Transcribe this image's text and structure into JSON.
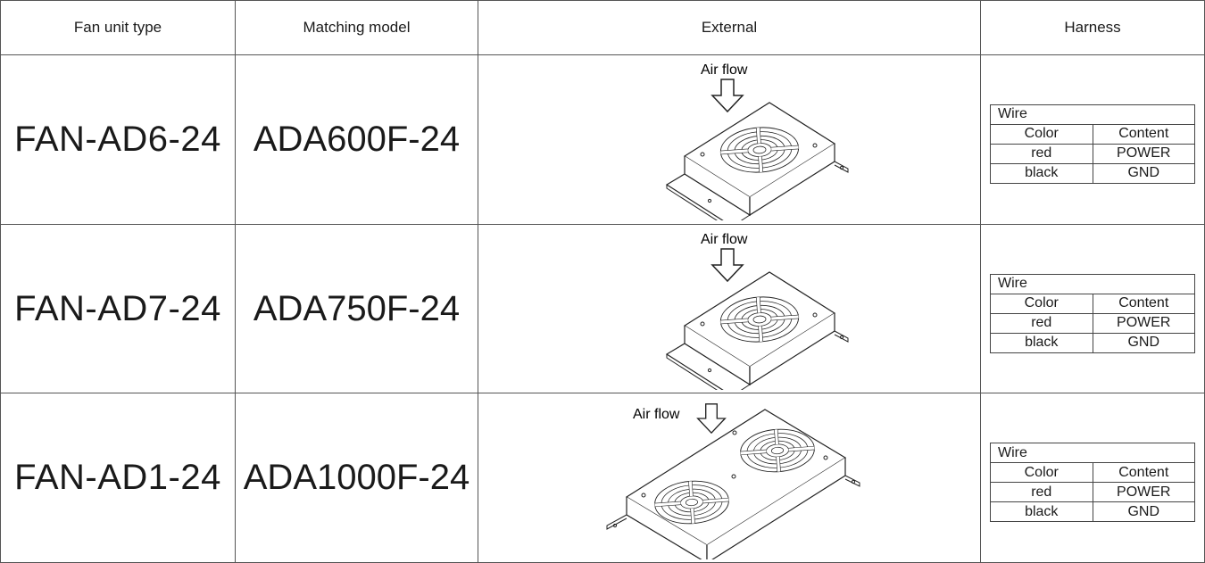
{
  "headers": {
    "fan_unit_type": "Fan unit type",
    "matching_model": "Matching model",
    "external": "External",
    "harness": "Harness"
  },
  "rows": [
    {
      "fan_unit_type": "FAN-AD6-24",
      "matching_model": "ADA600F-24",
      "airflow_label": "Air flow",
      "fans_icon": "single-fan-unit-drawing",
      "harness": {
        "title": "Wire",
        "col_color": "Color",
        "col_content": "Content",
        "items": [
          {
            "color": "red",
            "content": "POWER"
          },
          {
            "color": "black",
            "content": "GND"
          }
        ]
      }
    },
    {
      "fan_unit_type": "FAN-AD7-24",
      "matching_model": "ADA750F-24",
      "airflow_label": "Air flow",
      "fans_icon": "single-fan-unit-drawing",
      "harness": {
        "title": "Wire",
        "col_color": "Color",
        "col_content": "Content",
        "items": [
          {
            "color": "red",
            "content": "POWER"
          },
          {
            "color": "black",
            "content": "GND"
          }
        ]
      }
    },
    {
      "fan_unit_type": "FAN-AD1-24",
      "matching_model": "ADA1000F-24",
      "airflow_label": "Air flow",
      "fans_icon": "dual-fan-unit-drawing",
      "harness": {
        "title": "Wire",
        "col_color": "Color",
        "col_content": "Content",
        "items": [
          {
            "color": "red",
            "content": "POWER"
          },
          {
            "color": "black",
            "content": "GND"
          }
        ]
      }
    }
  ]
}
